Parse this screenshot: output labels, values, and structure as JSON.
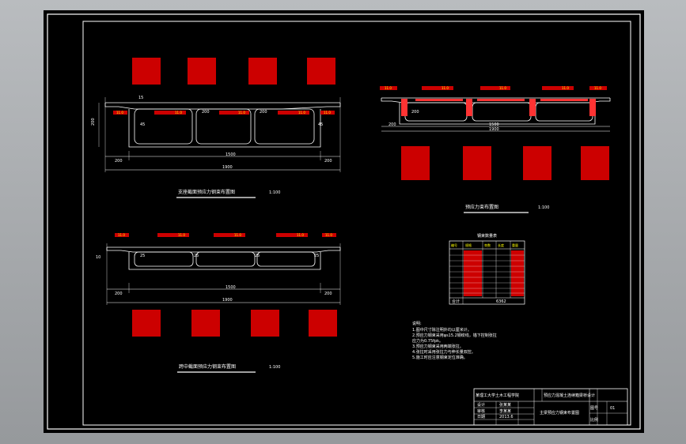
{
  "drawing": {
    "view_titles": {
      "a": "支座截面预应力钢束布置图",
      "a_scale": "1:100",
      "b": "预应力束布置图",
      "b_scale": "1:100",
      "c": "跨中截面预应力钢束布置图",
      "c_scale": "1:100"
    },
    "dims": {
      "total": "1900",
      "mid": "1500",
      "side": "200",
      "height": "200",
      "d45": "45",
      "d25": "25",
      "d15": "15",
      "d10": "10"
    },
    "tendon_tag": "11.0",
    "table": {
      "title": "钢束数量表",
      "headers": [
        "编号",
        "规格",
        "束数",
        "长度",
        "重量"
      ],
      "total_label": "合计",
      "total_value": "6362"
    },
    "notes_title": "说明:",
    "notes": [
      "1.图中尺寸除注明外均以厘米计。",
      "2.预应力钢束采用φs15.2钢绞线，锚下控制张拉",
      "  应力为0.75fpk。",
      "3.预应力钢束采用两端张拉。",
      "4.张拉时采用张拉力与伸长量双控。",
      "5.施工时应注意钢束定位准确。"
    ],
    "title_block": {
      "school": "某理工大学土木工程学院",
      "project": "预应力混凝土连续箱梁桥设计",
      "drawing_name": "主梁预应力钢束布置图",
      "design_label": "设计",
      "check_label": "审核",
      "date_label": "日期",
      "design_name": "张某某",
      "check_name": "李某某",
      "date_value": "2013.6",
      "sheet_label": "图号",
      "scale_label": "比例",
      "sheet_value": "01"
    }
  }
}
